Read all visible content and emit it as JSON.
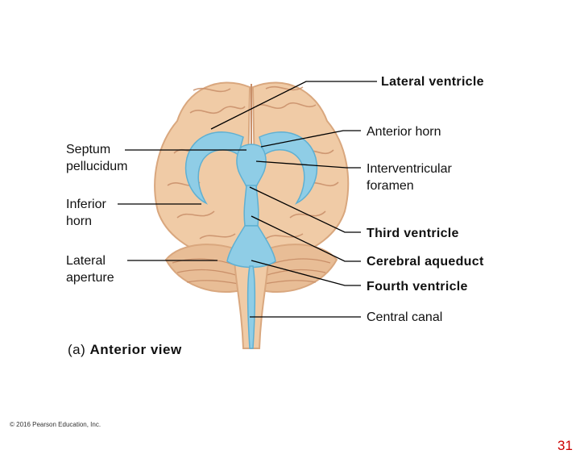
{
  "labels": {
    "lateral_ventricle": "Lateral ventricle",
    "anterior_horn": "Anterior horn",
    "septum_pellucidum": "Septum pellucidum",
    "interventricular_foramen": "Interventricular foramen",
    "inferior_horn": "Inferior horn",
    "third_ventricle": "Third ventricle",
    "lateral_aperture": "Lateral aperture",
    "cerebral_aqueduct": "Cerebral aqueduct",
    "fourth_ventricle": "Fourth ventricle",
    "central_canal": "Central canal"
  },
  "caption": {
    "prefix": "(a)",
    "view": "Anterior view"
  },
  "footer": {
    "copyright": "© 2016 Pearson Education, Inc.",
    "page_number": "31"
  },
  "colors": {
    "brain_fill": "#f0cba6",
    "brain_shadow": "#d9a77e",
    "sulcus": "#c98f69",
    "ventricle": "#8fcde6",
    "ventricle_edge": "#5fb0d2",
    "leader_line": "#000000"
  }
}
